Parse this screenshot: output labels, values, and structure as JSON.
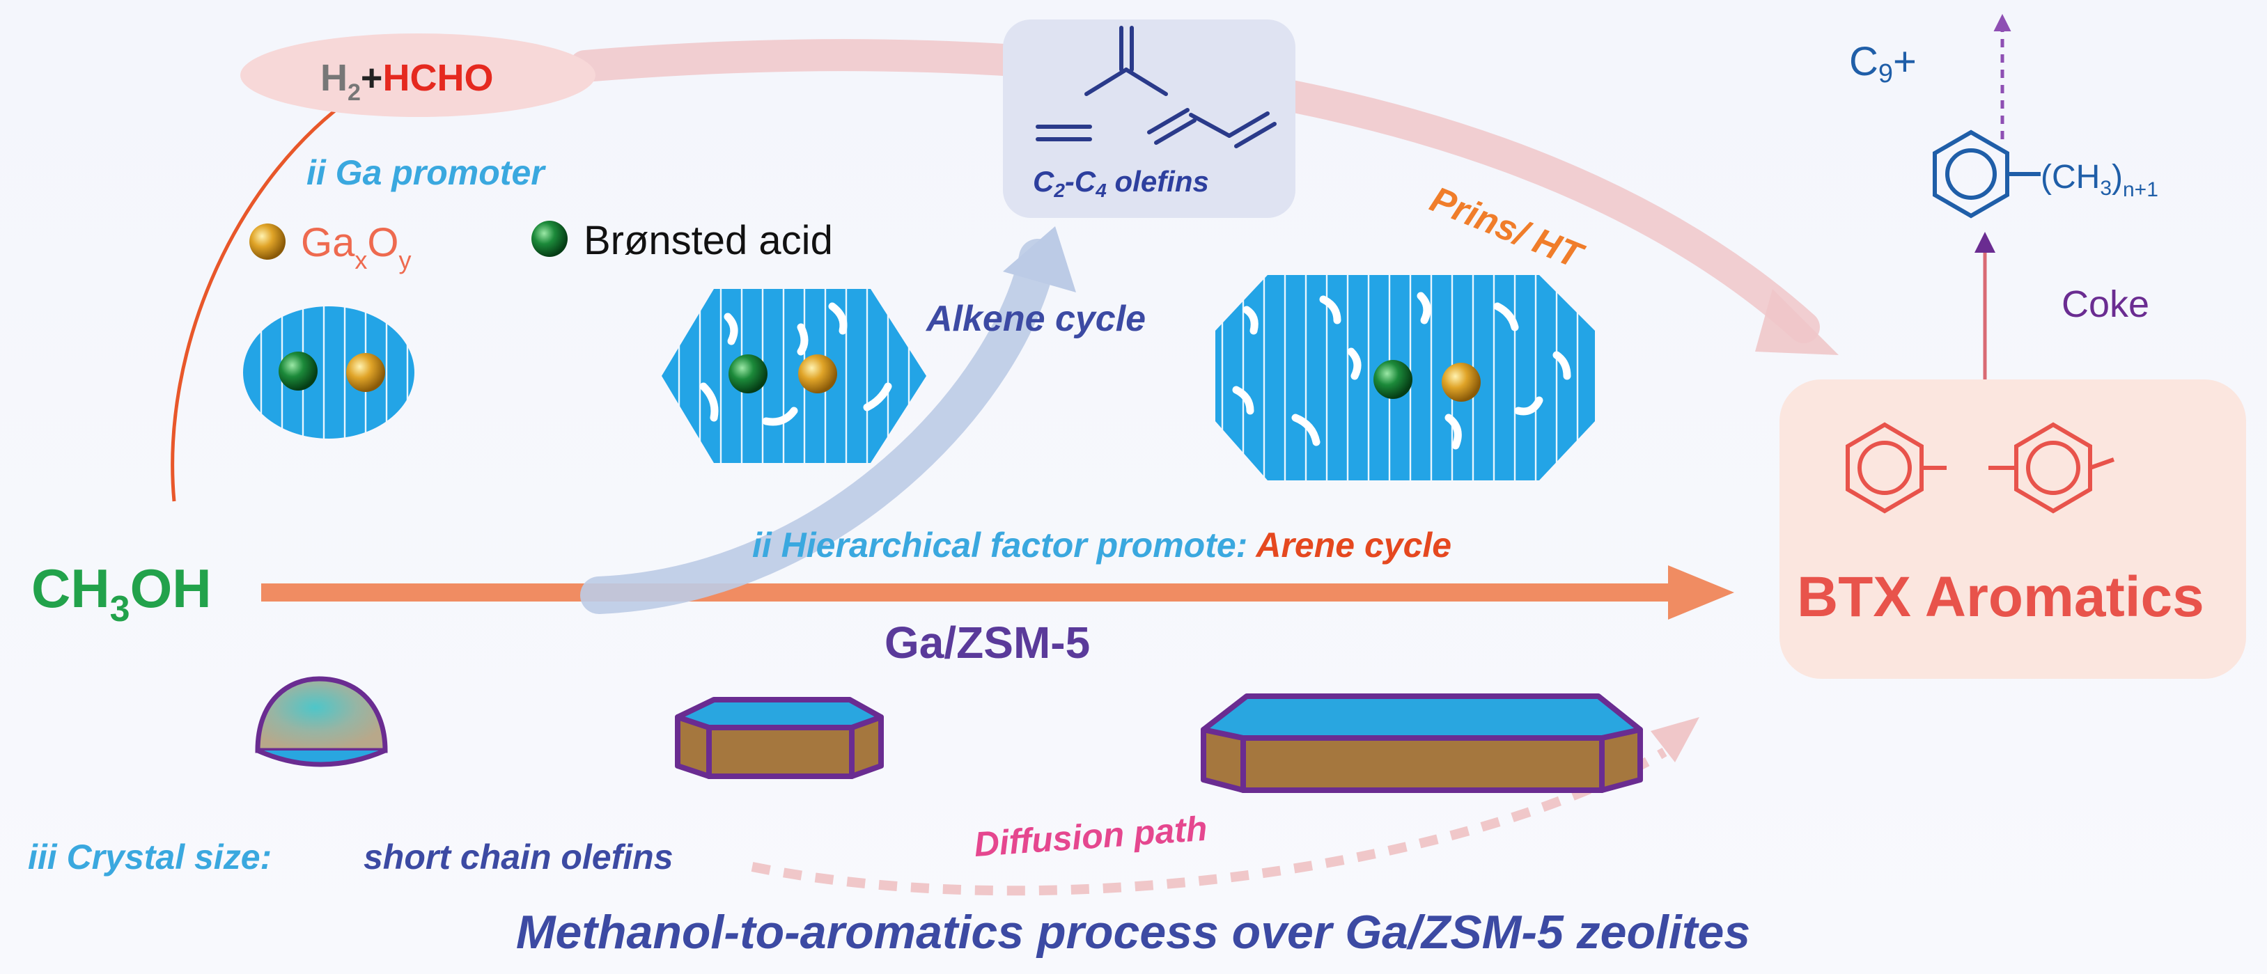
{
  "labels": {
    "h2_hcho": {
      "h": "H",
      "h_sub": "2",
      "plus": "+",
      "hcho": "HCHO"
    },
    "ga_promoter": "ii Ga promoter",
    "gaxoy": {
      "ga": "Ga",
      "x": "x",
      "o": "O",
      "y": "y"
    },
    "bronsted": "Brønsted acid",
    "olefins": {
      "c2": "C",
      "c2_sub": "2",
      "dash": "-",
      "c4": "C",
      "c4_sub": "4",
      "rest": " olefins"
    },
    "alkene_cycle": "Alkene cycle",
    "prins": "Prins/ HT",
    "c9": {
      "c": "C",
      "sub": "9",
      "plus": "+"
    },
    "ch3_sub": {
      "open": "(CH",
      "three": "3",
      "close": ")",
      "n": "n+1"
    },
    "coke": "Coke",
    "ch3oh": {
      "ch": "CH",
      "three": "3",
      "oh": "OH"
    },
    "hierarchical": {
      "prefix": "ii Hierarchical factor promote: ",
      "arene": "Arene cycle"
    },
    "ga_zsm5": "Ga/ZSM-5",
    "btx": "BTX Aromatics",
    "crystal_size": "iii Crystal size:",
    "short_chain": "short chain olefins",
    "diffusion": "Diffusion path",
    "footer": "Methanol-to-aromatics process over Ga/ZSM-5 zeolites"
  },
  "colors": {
    "orange_red": "#e5481f",
    "light_blue": "#3aa8df",
    "navy": "#3c4aa3",
    "crystal_blue": "#1e9fe0",
    "red": "#e8534b",
    "green": "#22a24b",
    "magenta": "#e5478f",
    "purple": "#6a2c91",
    "orange": "#f07d2a",
    "brown": "#a5773e",
    "dark_blue": "#1f5ea8"
  }
}
